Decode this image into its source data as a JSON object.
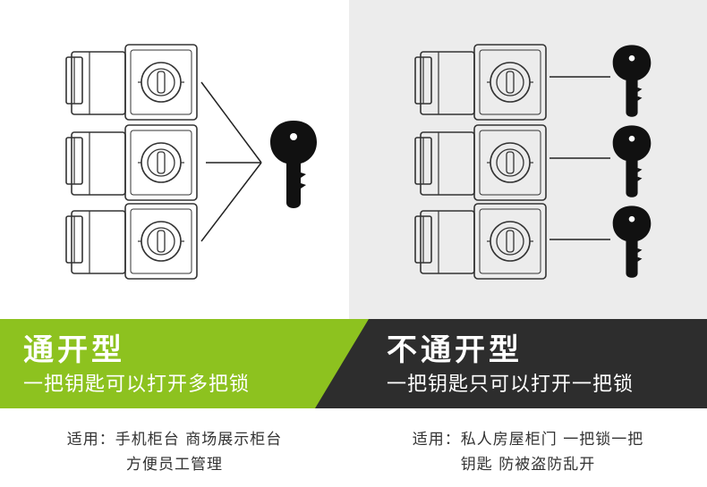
{
  "left": {
    "title": "通开型",
    "subtitle": "一把钥匙可以打开多把锁",
    "usage_line1": "适用：手机柜台 商场展示柜台",
    "usage_line2": "方便员工管理"
  },
  "right": {
    "title": "不通开型",
    "subtitle": "一把钥匙只可以打开一把锁",
    "usage_line1": "适用：私人房屋柜门 一把锁一把",
    "usage_line2": "钥匙 防被盗防乱开"
  },
  "colors": {
    "green": "#8dc21f",
    "dark": "#2d2d2d",
    "panel_gray": "#ececec",
    "text": "#333333"
  },
  "icons": [
    "hasp-lock-icon",
    "key-icon"
  ]
}
